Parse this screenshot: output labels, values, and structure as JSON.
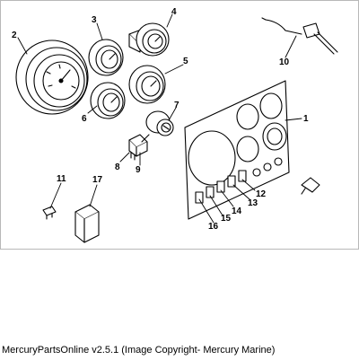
{
  "diagram": {
    "callouts": [
      "1",
      "2",
      "3",
      "4",
      "5",
      "6",
      "7",
      "8",
      "9",
      "10",
      "11",
      "12",
      "13",
      "14",
      "15",
      "16",
      "17"
    ]
  },
  "footer": {
    "copyright": "MercuryPartsOnline v2.5.1 (Image Copyright- Mercury Marine)"
  }
}
